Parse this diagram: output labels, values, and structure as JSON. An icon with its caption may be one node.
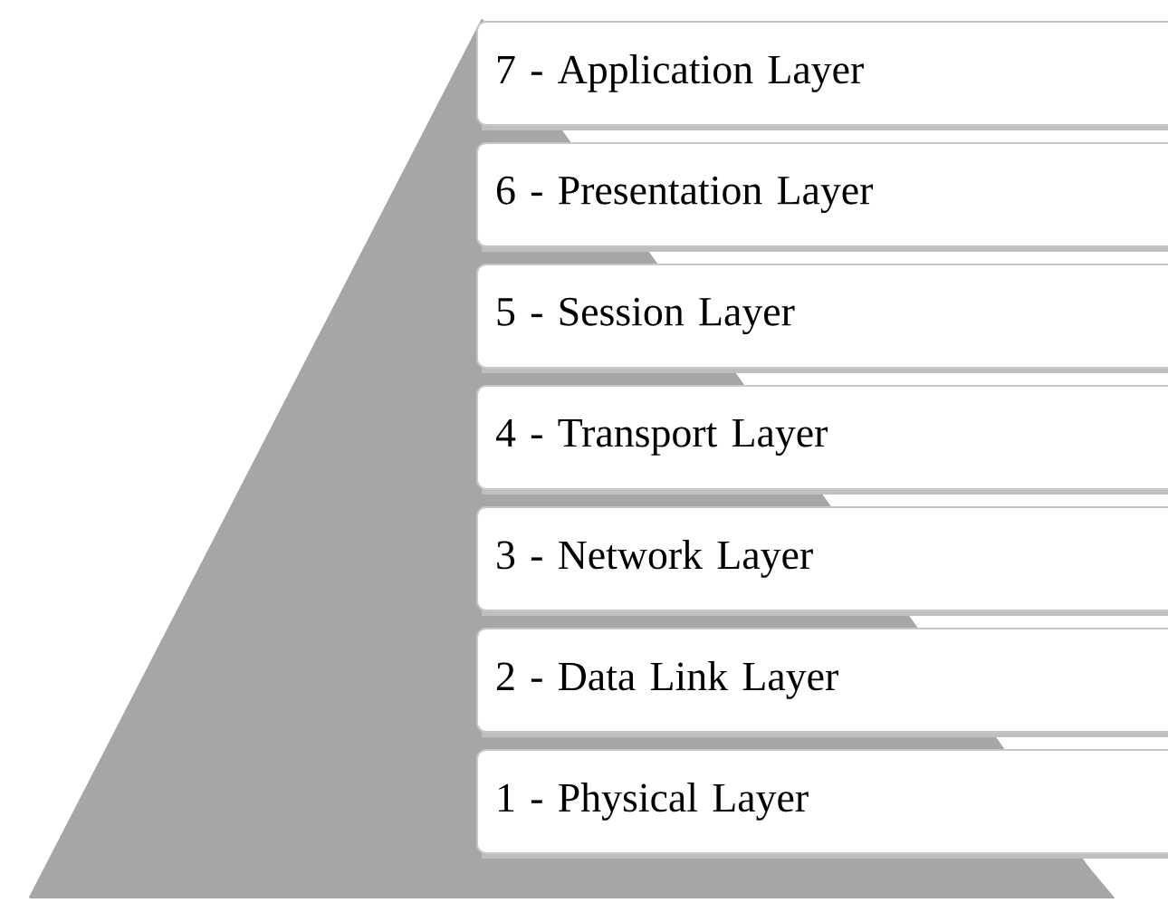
{
  "diagram": {
    "nodes": [
      {
        "text": [
          "7 - Application Layer"
        ]
      },
      {
        "text": [
          "6 - Presentation Layer"
        ]
      },
      {
        "text": [
          "5 - Session Layer"
        ]
      },
      {
        "text": [
          "4 - Transport Layer"
        ]
      },
      {
        "text": [
          "3 - Network Layer"
        ]
      },
      {
        "text": [
          "2 - Data Link Layer"
        ]
      },
      {
        "text": [
          "1 - Physical Layer"
        ]
      }
    ]
  }
}
